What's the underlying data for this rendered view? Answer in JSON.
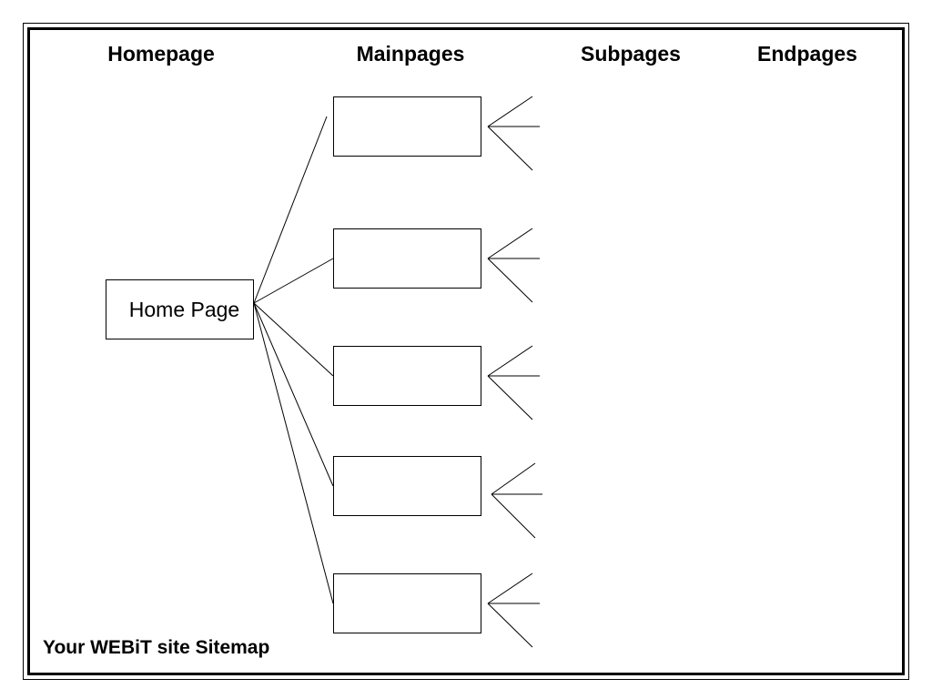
{
  "columns": {
    "homepage": "Homepage",
    "mainpages": "Mainpages",
    "subpages": "Subpages",
    "endpages": "Endpages"
  },
  "home_box": {
    "label": "Home Page"
  },
  "main_boxes": [
    {
      "label": ""
    },
    {
      "label": ""
    },
    {
      "label": ""
    },
    {
      "label": ""
    },
    {
      "label": ""
    }
  ],
  "caption": "Your WEBiT site Sitemap"
}
